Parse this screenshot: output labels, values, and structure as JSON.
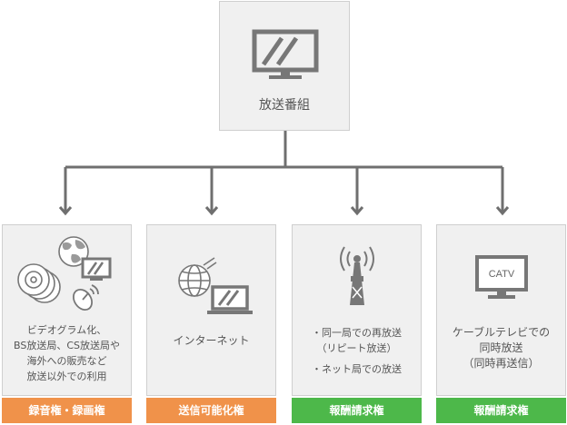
{
  "root": {
    "label": "放送番組",
    "icon": "monitor-icon"
  },
  "colors": {
    "connector": "#6f6f6f",
    "box_bg": "#f0f0f0",
    "box_border": "#cfcfcf",
    "icon": "#777777",
    "label_orange": "#f0924a",
    "label_green": "#4db84a"
  },
  "cards": [
    {
      "icons": [
        "globe-icon",
        "disc-icon",
        "monitor-icon",
        "satellite-dish-icon"
      ],
      "lines": [
        "ビデオグラム化、",
        "BS放送局、CS放送局や",
        "海外への販売など",
        "放送以外での利用"
      ],
      "right_label": "録音権・録画権",
      "label_color": "orange"
    },
    {
      "icons": [
        "globe-icon",
        "laptop-icon"
      ],
      "lines": [
        "インターネット"
      ],
      "right_label": "送信可能化権",
      "label_color": "orange"
    },
    {
      "icons": [
        "broadcast-tower-icon"
      ],
      "lines": [
        "・同一局での再放送",
        "（リピート放送）",
        "・ネット局での放送"
      ],
      "right_label": "報酬請求権",
      "label_color": "green"
    },
    {
      "icons": [
        "tv-icon"
      ],
      "icon_text": "CATV",
      "lines": [
        "ケーブルテレビでの",
        "同時放送",
        "（同時再送信）"
      ],
      "right_label": "報酬請求権",
      "label_color": "green"
    }
  ]
}
